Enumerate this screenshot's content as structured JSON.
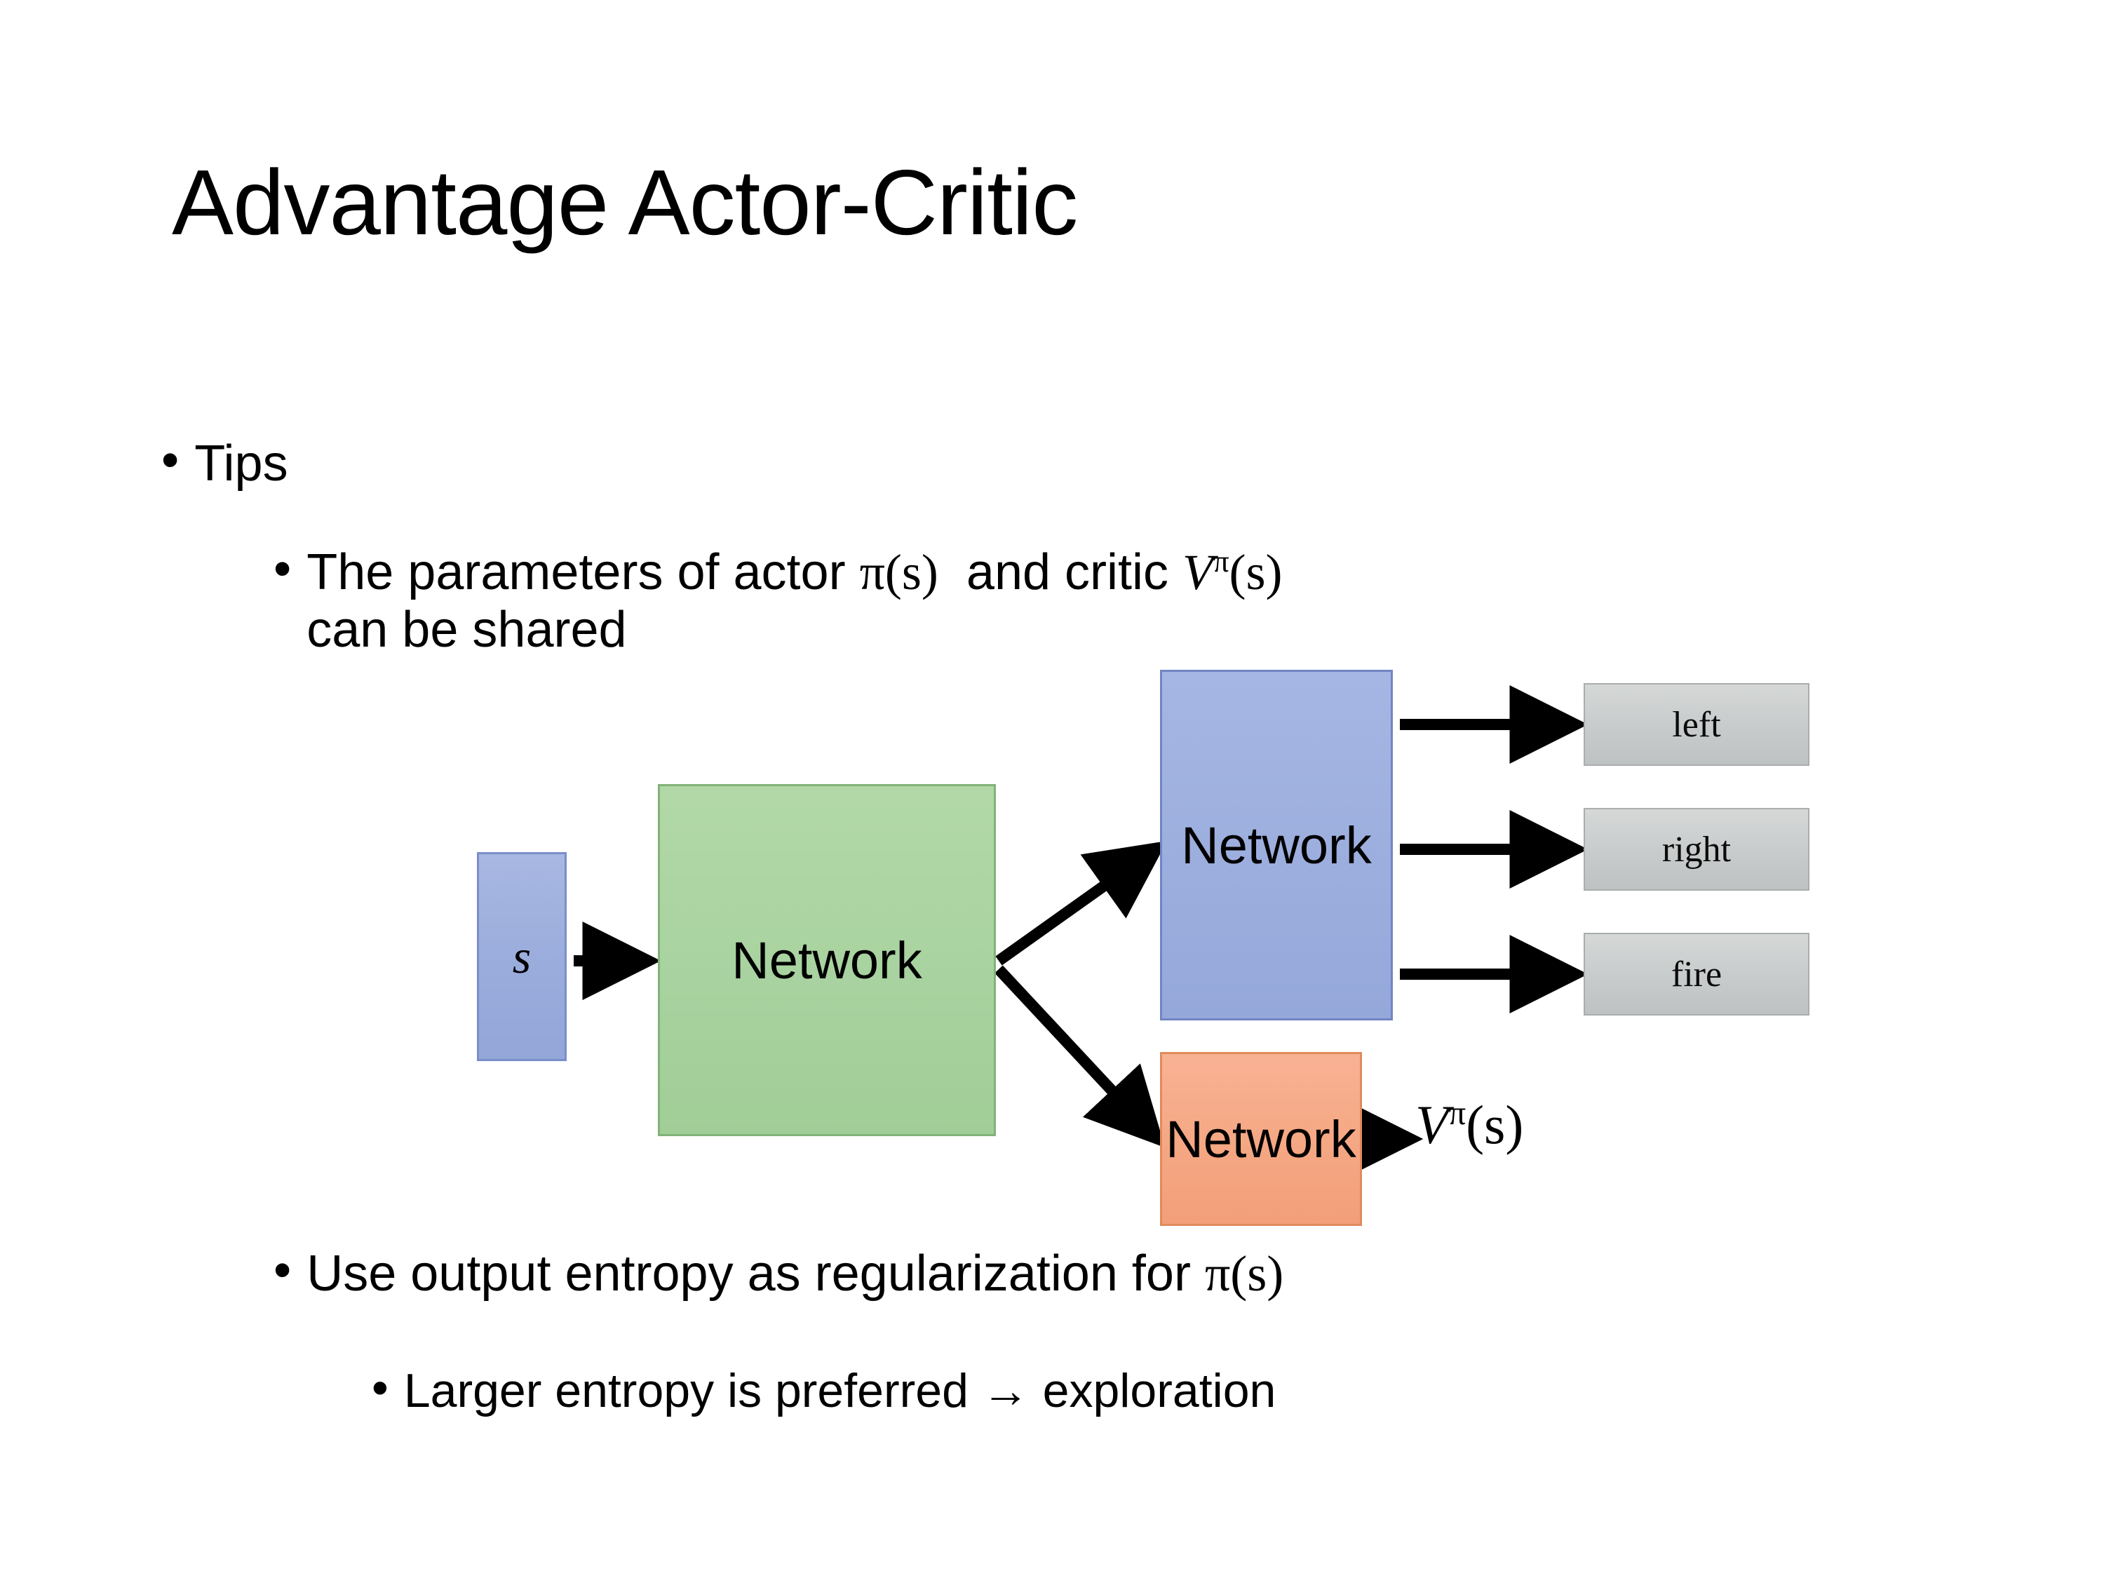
{
  "slide": {
    "title": "Advantage Actor-Critic",
    "background_color": "#FFFFFF"
  },
  "bullets": {
    "tips": {
      "marker": "•",
      "text": "Tips"
    },
    "shared_params": {
      "marker": "•",
      "text_before_pi": "The parameters of actor ",
      "pi_of_s": "π(s)",
      "text_mid": "  and critic ",
      "v_symbol": "V",
      "v_superscript": "π",
      "v_arg": "(s)",
      "line2": "can be shared"
    },
    "entropy": {
      "marker": "•",
      "text_before_pi": "Use output entropy as regularization for ",
      "pi_of_s": "π(s)"
    },
    "larger_entropy": {
      "marker": "•",
      "text": "Larger entropy is preferred → exploration"
    }
  },
  "diagram": {
    "input_box": {
      "label": "s",
      "color": "#9DAFDE"
    },
    "shared_network": {
      "label": "Network",
      "color": "#A9D3A0"
    },
    "actor_network": {
      "label": "Network",
      "color": "#9DAFDE"
    },
    "critic_network": {
      "label": "Network",
      "color": "#F5A884"
    },
    "action_outputs": [
      {
        "label": "left",
        "color": "#C8CBCB"
      },
      {
        "label": "right",
        "color": "#C8CBCB"
      },
      {
        "label": "fire",
        "color": "#C8CBCB"
      }
    ],
    "critic_output": {
      "symbol": "V",
      "superscript": "π",
      "arg": "(s)"
    },
    "arrows": [
      {
        "name": "s-to-shared",
        "from": "input_box",
        "to": "shared_network"
      },
      {
        "name": "shared-to-actor",
        "from": "shared_network",
        "to": "actor_network"
      },
      {
        "name": "shared-to-critic",
        "from": "shared_network",
        "to": "critic_network"
      },
      {
        "name": "actor-to-left",
        "from": "actor_network",
        "to": "left"
      },
      {
        "name": "actor-to-right",
        "from": "actor_network",
        "to": "right"
      },
      {
        "name": "actor-to-fire",
        "from": "actor_network",
        "to": "fire"
      },
      {
        "name": "critic-to-value",
        "from": "critic_network",
        "to": "critic_output"
      }
    ]
  }
}
